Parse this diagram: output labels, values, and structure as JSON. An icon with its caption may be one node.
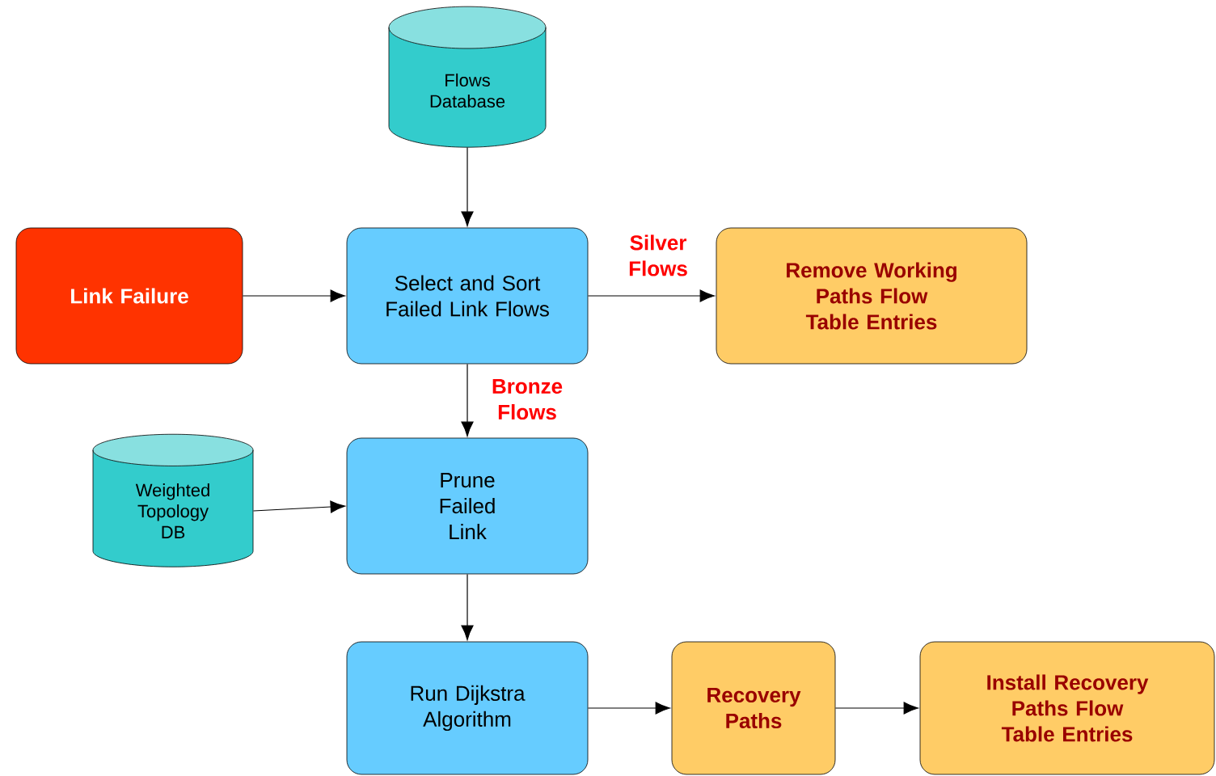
{
  "diagram": {
    "nodes": [
      {
        "text": [
          "Flows Database"
        ]
      },
      {
        "text": [
          "Link Failure"
        ]
      },
      {
        "text": [
          "Select and Sort Failed Link Flows"
        ]
      },
      {
        "text": [
          "Remove Working Paths Flow Table Entries"
        ]
      },
      {
        "text": [
          "Weighted Topology DB"
        ]
      },
      {
        "text": [
          "Prune Failed Link"
        ]
      },
      {
        "text": [
          "Run Dijkstra Algorithm"
        ]
      },
      {
        "text": [
          "Recovery Paths"
        ]
      },
      {
        "text": [
          "Install Recovery Paths Flow Table Entries"
        ]
      }
    ],
    "edges": [
      {
        "from": 0,
        "to": 2,
        "arrow": "to"
      },
      {
        "from": 1,
        "to": 2,
        "arrow": "to"
      },
      {
        "from": 2,
        "to": 3,
        "arrow": "to",
        "label": "Silver Flows"
      },
      {
        "from": 2,
        "to": 5,
        "arrow": "to",
        "label": "Bronze Flows"
      },
      {
        "from": 4,
        "to": 5,
        "arrow": "to"
      },
      {
        "from": 5,
        "to": 6,
        "arrow": "to"
      },
      {
        "from": 6,
        "to": 7,
        "arrow": "to"
      },
      {
        "from": 7,
        "to": 8,
        "arrow": "to"
      }
    ]
  }
}
